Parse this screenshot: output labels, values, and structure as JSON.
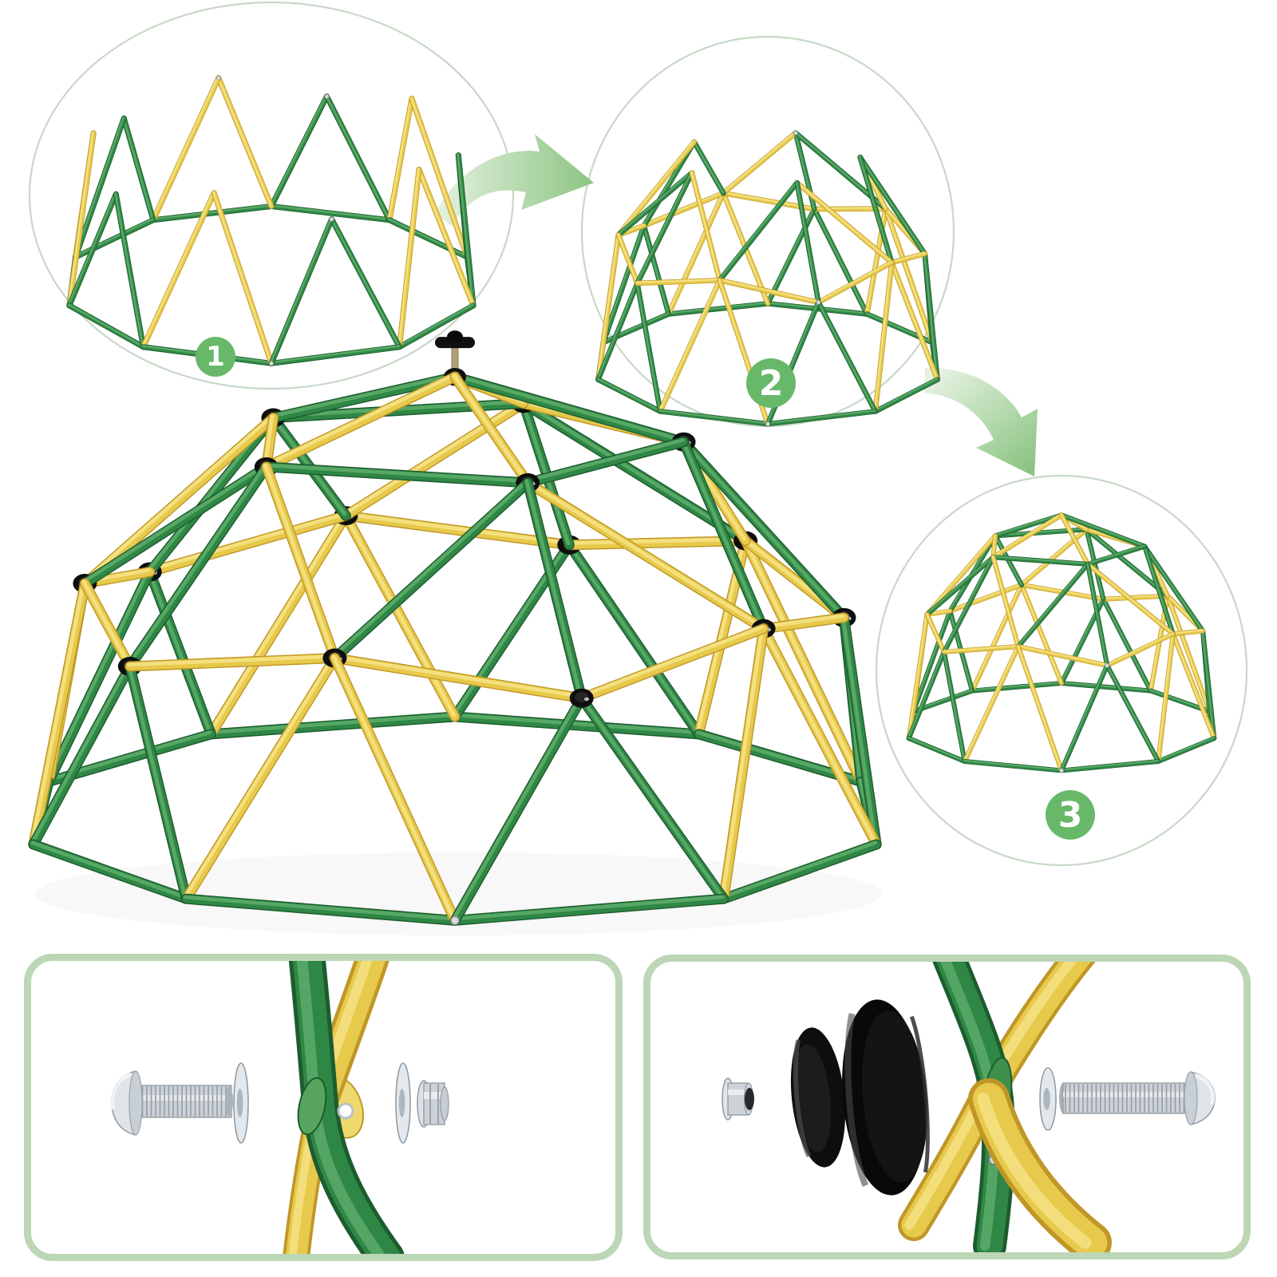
{
  "steps": [
    {
      "label": "1"
    },
    {
      "label": "2"
    },
    {
      "label": "3"
    }
  ],
  "badge": {
    "bg": "#67b869",
    "text_color": "#ffffff"
  },
  "colors": {
    "frame_green": "#2f8745",
    "frame_green_dark": "#1d5c2f",
    "frame_green_light": "#5fae6b",
    "frame_yellow": "#e7c94b",
    "frame_yellow_dark": "#c09727",
    "frame_yellow_light": "#f6e487",
    "connector_black": "#0e0e0e",
    "hardware_silver": "#ccd2d7",
    "hardware_silver_dark": "#8a949b",
    "arrow_light": "#e6f2e1",
    "arrow_dark": "#8cc583",
    "circle_outline": "#c8d8c7",
    "panel_border": "#bcd6b6",
    "background": "#ffffff"
  },
  "icons": {
    "arrow_step1_to_step2": "curved-arrow-right",
    "arrow_step2_to_step3": "curved-arrow-down-right"
  },
  "hardware_panels": [
    {
      "parts": [
        "button-head-bolt",
        "washer",
        "tube-joint",
        "washer",
        "flange-nut"
      ]
    },
    {
      "parts": [
        "cap-nut",
        "knob-cover-inner",
        "knob-cover-outer",
        "tube-joint",
        "washer",
        "button-head-bolt"
      ]
    }
  ]
}
